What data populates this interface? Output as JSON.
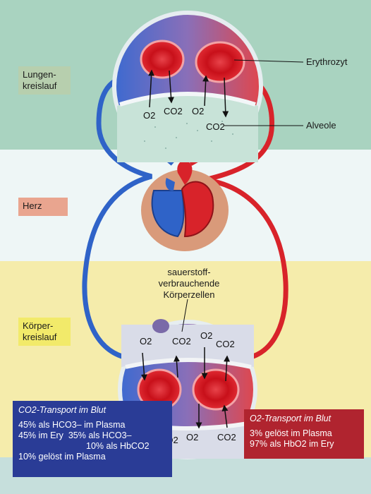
{
  "labels": {
    "lung_circuit": "Lungen-kreislauf",
    "heart": "Herz",
    "body_circuit": "Körper-kreislauf",
    "erythrocyte": "Erythrozyt",
    "alveole": "Alveole",
    "consuming_cells": "sauerstoff-verbrauchende Körperzellen"
  },
  "gas_labels": {
    "o2": "O2",
    "co2": "CO2"
  },
  "co2_box": {
    "title": "CO2-Transport im Blut",
    "line1": "45% als HCO3– im Plasma",
    "line2a": "45% im Ery",
    "line2b": "35% als HCO3–",
    "line3": "10% als HbCO2",
    "line4": "10% gelöst im Plasma"
  },
  "o2_box": {
    "title": "O2-Transport im Blut",
    "line1": "3% gelöst im Plasma",
    "line2": "97% als HbO2 im Ery"
  },
  "colors": {
    "arterial": "#d8232a",
    "venous": "#2f63c8",
    "lung_band": "#a9d3c0",
    "heart_band": "#eef6f6",
    "body_band": "#f5ecab"
  }
}
